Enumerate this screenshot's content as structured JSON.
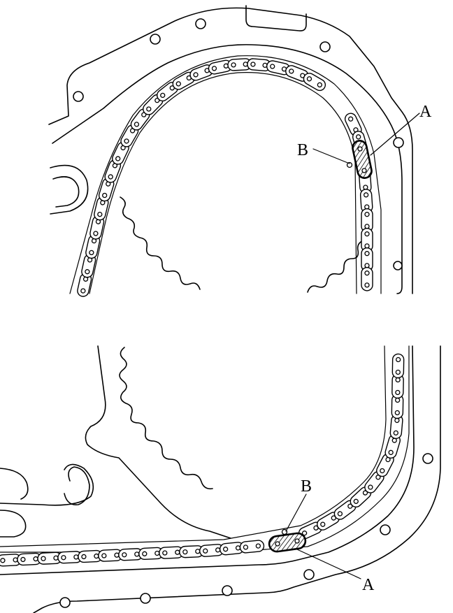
{
  "labels": {
    "top_a": "A",
    "top_b": "B",
    "bottom_a": "A",
    "bottom_b": "B"
  }
}
